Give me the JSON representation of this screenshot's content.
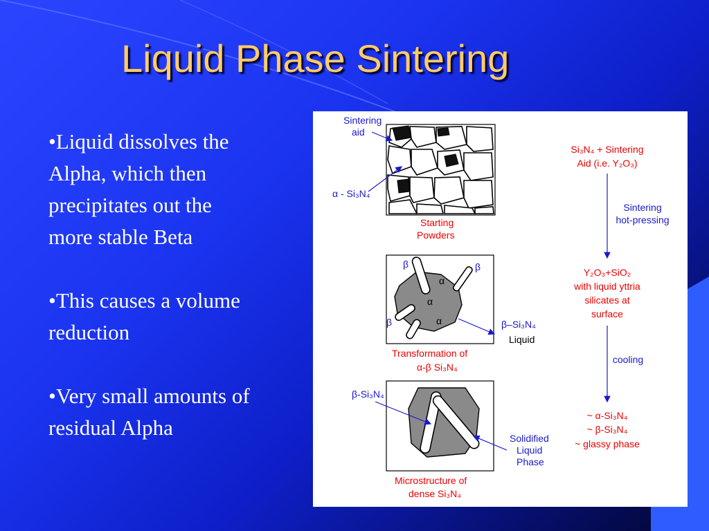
{
  "slide": {
    "title": "Liquid Phase Sintering",
    "bullets": [
      "•Liquid dissolves the Alpha, which then precipitates out the more stable Beta",
      "•This causes a volume reduction",
      "•Very small amounts of residual Alpha"
    ]
  },
  "figure": {
    "panel1": {
      "aid_label_1": "Sintering",
      "aid_label_2": "aid",
      "alpha_label": "α - Si₃N₄",
      "caption_1": "Starting",
      "caption_2": "Powders"
    },
    "panel2": {
      "beta_1": "β",
      "beta_2": "β",
      "beta_3": "β",
      "alpha_1": "α",
      "alpha_2": "α",
      "alpha_3": "α",
      "beta_si3n4": "β–Si₃N₄",
      "liquid": "Liquid",
      "caption_1": "Transformation of",
      "caption_2": "α-β Si₃N₄"
    },
    "panel3": {
      "beta_label": "β-Si₃N₄",
      "solid_1": "Solidified",
      "solid_2": "Liquid",
      "solid_3": "Phase",
      "caption_1": "Microstructure of",
      "caption_2": "dense Si₃N₄"
    },
    "flow": {
      "step1_line1": "Si₃N₄ + Sintering",
      "step1_line2": "Aid (i.e. Y₂O₃)",
      "process1_line1": "Sintering",
      "process1_line2": "hot-pressing",
      "step2_line1": "Y₂O₃+SiO₂",
      "step2_line2": "with liquid yttria",
      "step2_line3": "silicates at",
      "step2_line4": "surface",
      "process2": "cooling",
      "step3_line1": "~ α-Si₃N₄",
      "step3_line2": "~ β-Si₃N₄",
      "step3_line3": "~ glassy phase"
    }
  },
  "colors": {
    "title": "#ffcc66",
    "label_blue": "#1818cc",
    "label_red": "#ee0000"
  }
}
